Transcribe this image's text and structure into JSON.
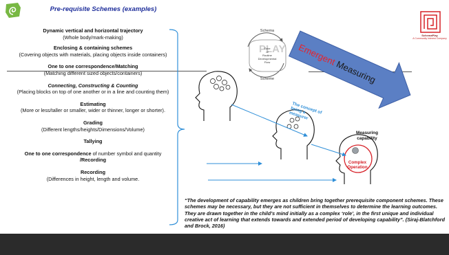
{
  "title": "Pre-requisite Schemes (examples)",
  "schemes": [
    {
      "name": "Dynamic vertical and horizontal trajectory",
      "desc": "(Whole body/mark-making)"
    },
    {
      "name": "Enclosing & containing schemes",
      "desc": "(Covering objects with materials, placing objects inside containers)"
    },
    {
      "name": "One to one correspondence/Matching",
      "desc": "(Matching different sized objects/containers)"
    },
    {
      "name": "Connecting, Constructing & Counting",
      "desc": "(Placing blocks on top of one another or in a line and counting them)"
    },
    {
      "name": "Estimating",
      "desc": "(More or less/taller or smaller, wider or thinner, longer or shorter)."
    },
    {
      "name": "Grading",
      "desc": "(Different lengths/heights/Dimensions/Volume)"
    },
    {
      "name": "Tallying",
      "desc": ""
    },
    {
      "name_lead": "One to one correspondence",
      "name_tail": " of number symbol and quantity",
      "name2": "/Recording"
    },
    {
      "name": "Recording",
      "desc": "(Differences in height, length and volume."
    }
  ],
  "cycle": {
    "top": "Schema",
    "center_line1": "Zone",
    "center_line2": "of",
    "center_line3": "Routine",
    "center_line4": "Developmental",
    "center_line5": "Flow",
    "bottom": "Scheme"
  },
  "arrow": {
    "word1": "Emergent",
    "word2": " Measuring"
  },
  "concept_label": "The concept of being a measurer",
  "measuring_label": "Measuring capability",
  "complex_label": "Complex Operation",
  "brand": {
    "name": "SchemaPlay",
    "tagline": "A Community Interest Company"
  },
  "quote": "“The development of capability emerges as children bring together prerequisite component schemes. These schemes may be necessary, but they are not sufficient in themselves to determine the learning outcomes. They are drawn together in the child’s mind initially as a complex ‘role’, in the first unique and individual creative act of learning that extends towards and extended period of developing capability”.",
  "citation": "(Siraj-Blatchford and Brock, 2016)",
  "colors": {
    "title": "#1f2f9b",
    "arrow_fill": "#5b7fc4",
    "arrow_text": "#e8222a",
    "arrow_lines": "#2f8fd8",
    "brand": "#d62027",
    "logo": "#78b843"
  }
}
